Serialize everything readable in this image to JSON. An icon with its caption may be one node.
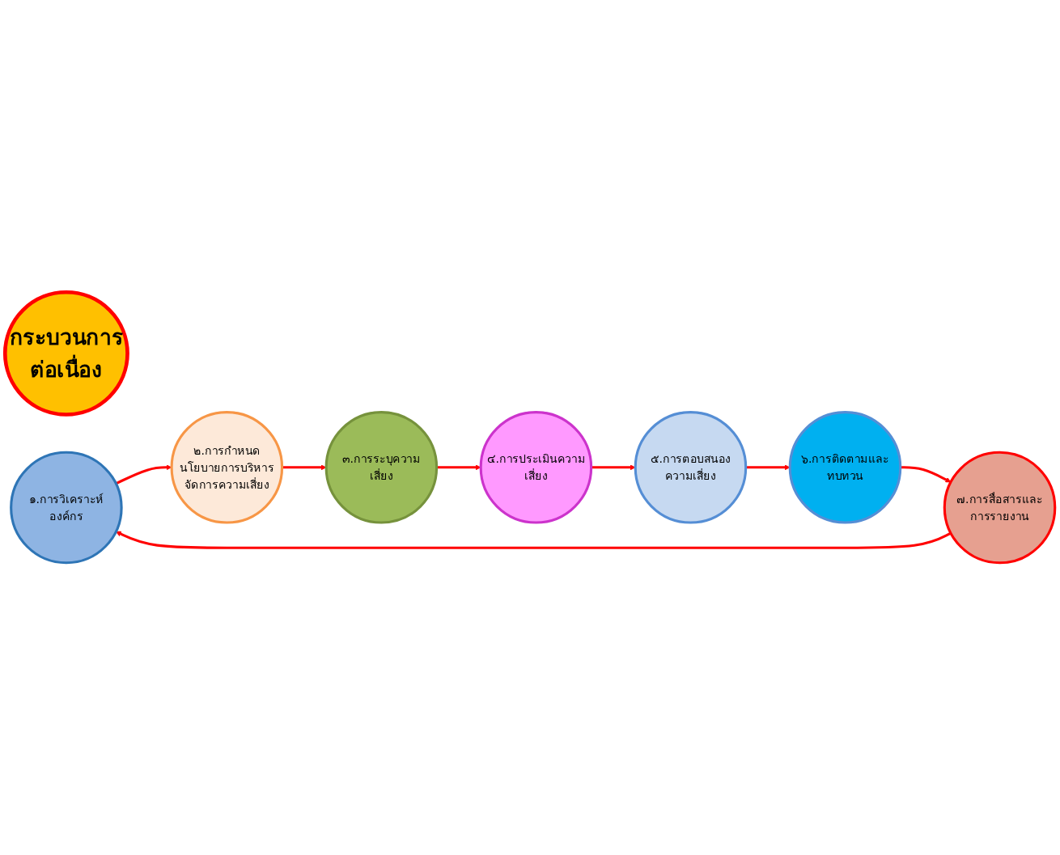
{
  "diagram": {
    "nodes": [
      {
        "text": [
          "กระบวนการต่อเนื่อง"
        ]
      },
      {
        "text": [
          "๑.การวิเคราะห์องค์กร"
        ]
      },
      {
        "text": [
          "๒.การกำหนดนโยบายการบริหารจัดการความเสี่ยง"
        ]
      },
      {
        "text": [
          "๓.การระบุความเสี่ยง"
        ]
      },
      {
        "text": [
          "๔.การประเมินความเสี่ยง"
        ]
      },
      {
        "text": [
          "๕.การตอบสนองความเสี่ยง"
        ]
      },
      {
        "text": [
          "๖.การติดตามและทบทวน"
        ]
      },
      {
        "text": [
          "๗.การสื่อสารและการรายงาน"
        ]
      }
    ],
    "edges": [
      {
        "from": 1,
        "to": 2,
        "arrow": "to"
      },
      {
        "from": 2,
        "to": 3,
        "arrow": "to"
      },
      {
        "from": 3,
        "to": 4,
        "arrow": "to"
      },
      {
        "from": 4,
        "to": 5,
        "arrow": "to"
      },
      {
        "from": 5,
        "to": 6,
        "arrow": "to"
      },
      {
        "from": 6,
        "to": 7,
        "arrow": "to"
      },
      {
        "from": 7,
        "to": 1,
        "arrow": "to"
      }
    ]
  }
}
